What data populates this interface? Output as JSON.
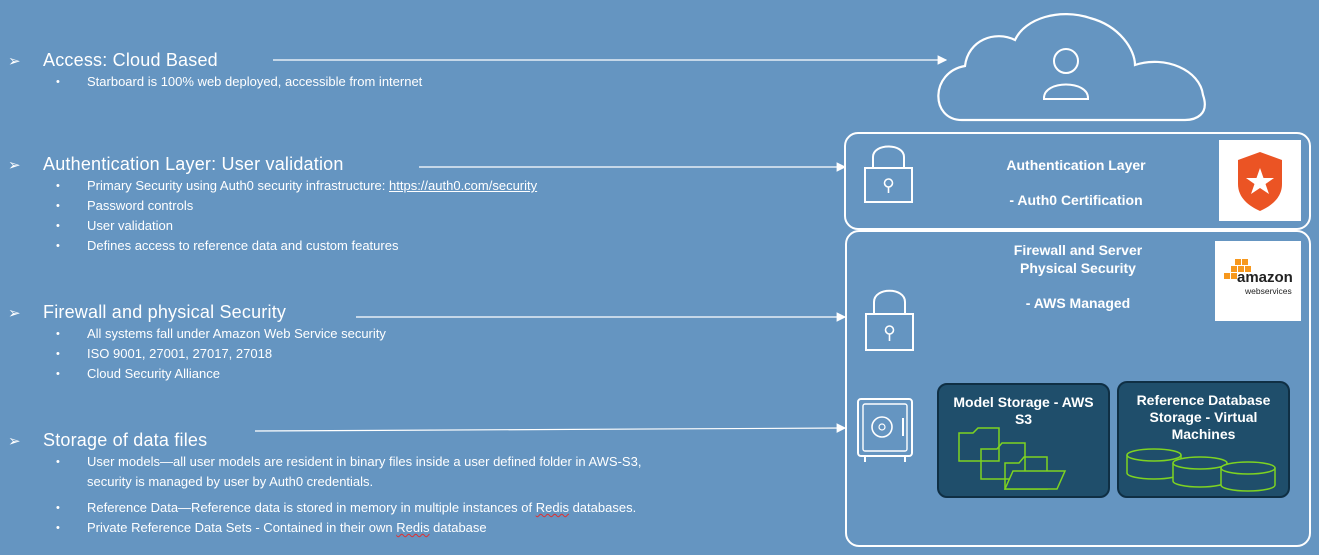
{
  "sections": [
    {
      "title": "Access:  Cloud Based",
      "bullets": [
        "Starboard is 100% web deployed, accessible from internet"
      ]
    },
    {
      "title": "Authentication Layer: User validation",
      "bullet0_prefix": "Primary Security using Auth0 security infrastructure:  ",
      "bullet0_link": "https://auth0.com/security",
      "bullets": [
        "Password controls",
        "User validation",
        "Defines access to reference data and custom features"
      ]
    },
    {
      "title": "Firewall and physical Security",
      "bullets": [
        "All systems fall under Amazon Web Service security",
        "ISO 9001, 27001, 27017, 27018",
        "Cloud Security Alliance"
      ]
    },
    {
      "title": "Storage of data files",
      "bullet0_line1": "User models—all user models are resident in binary files inside a user defined folder in AWS-S3,",
      "bullet0_line2": "security is managed by user by Auth0 credentials.",
      "bullet1_prefix": "Reference Data—Reference data is stored in memory in multiple instances of ",
      "bullet1_word": "Redis",
      "bullet1_suffix": " databases.",
      "bullet2_prefix": "Private Reference Data Sets - Contained in their own ",
      "bullet2_word": "Redis",
      "bullet2_suffix": " database"
    }
  ],
  "auth_panel": {
    "line1": "Authentication Layer",
    "line2": "- Auth0 Certification"
  },
  "aws_panel": {
    "line1": "Firewall and Server",
    "line2": "Physical Security",
    "line3": "- AWS Managed",
    "logo_word": "amazon",
    "logo_sub": "webservices"
  },
  "storage": {
    "model_title_1": "Model Storage - AWS",
    "model_title_2": "S3",
    "ref_title_1": "Reference Database",
    "ref_title_2": "Storage - Virtual",
    "ref_title_3": "Machines"
  },
  "colors": {
    "background": "#6595c1",
    "sub_panel": "#1f4e6b",
    "icon_green": "#7ed321",
    "auth0_orange": "#eb5424",
    "aws_orange": "#f7981d"
  },
  "icons": [
    "bullet-arrow-icon",
    "cloud-user-icon",
    "padlock-icon",
    "safe-icon",
    "folders-icon",
    "database-icon",
    "auth0-logo",
    "aws-logo"
  ]
}
